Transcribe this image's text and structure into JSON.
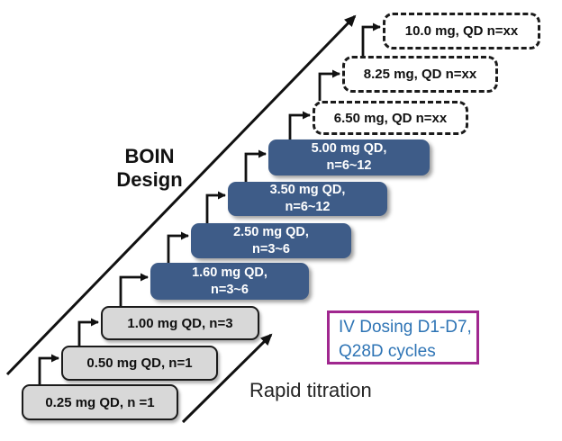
{
  "design_label": {
    "line1": "BOIN",
    "line2": "Design"
  },
  "rapid_titration_label": "Rapid titration",
  "iv_dosing_box": {
    "line1": "IV Dosing D1-D7,",
    "line2": "Q28D cycles"
  },
  "colors": {
    "step_blue": "#3E5C88",
    "step_gray": "#D8D8D8",
    "iv_border": "#A0278F",
    "iv_text": "#2E74B5",
    "arrow_black": "#111111"
  },
  "steps": [
    {
      "type": "gray",
      "line1": "0.25 mg QD, n =1",
      "line2": ""
    },
    {
      "type": "gray",
      "line1": "0.50 mg QD, n=1",
      "line2": ""
    },
    {
      "type": "gray",
      "line1": "1.00 mg QD, n=3",
      "line2": ""
    },
    {
      "type": "blue",
      "line1": "1.60 mg QD,",
      "line2": "n=3~6"
    },
    {
      "type": "blue",
      "line1": "2.50 mg QD,",
      "line2": "n=3~6"
    },
    {
      "type": "blue",
      "line1": "3.50 mg QD,",
      "line2": "n=6~12"
    },
    {
      "type": "blue",
      "line1": "5.00 mg QD,",
      "line2": "n=6~12"
    },
    {
      "type": "dashed",
      "line1": "6.50 mg, QD n=xx",
      "line2": ""
    },
    {
      "type": "dashed",
      "line1": "8.25 mg, QD n=xx",
      "line2": ""
    },
    {
      "type": "dashed",
      "line1": "10.0 mg, QD n=xx",
      "line2": ""
    }
  ]
}
